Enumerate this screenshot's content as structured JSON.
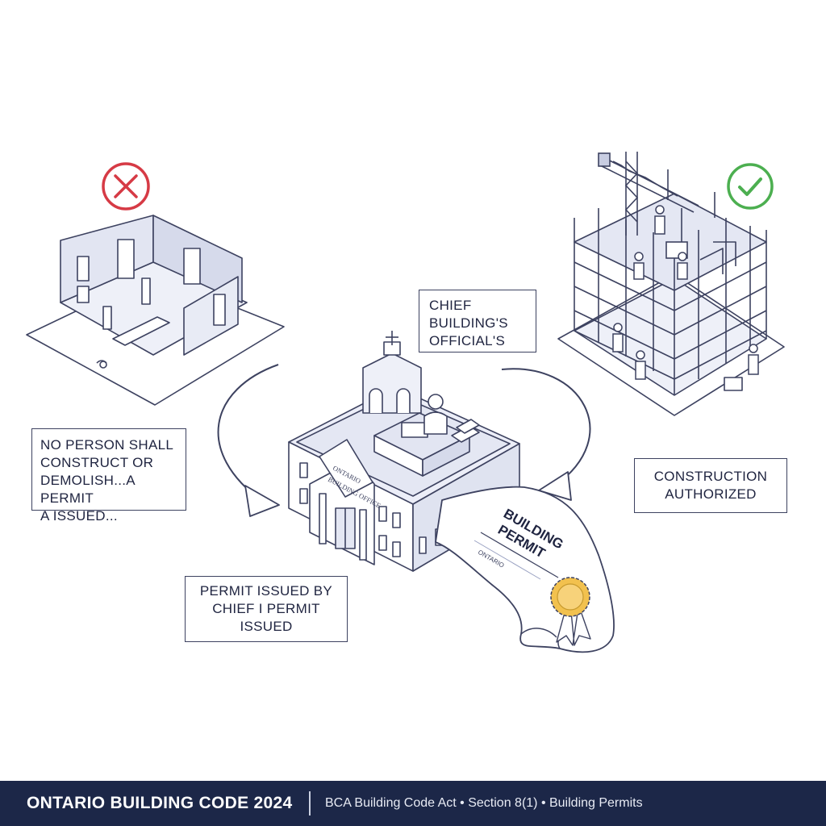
{
  "callouts": {
    "chief": "CHIEF\nBUILDING'S\nOFFICIAL'S",
    "no_person": "NO PERSON SHALL\nCONSTRUCT OR\nDEMOLISH...A PERMIT\nA ISSUED...",
    "construction": "CONSTRUCTION\nAUTHORIZED",
    "permit_issued": "PERMIT ISSUED BY\nCHIEF I PERMIT\nISSUED"
  },
  "permit": {
    "title": "BUILDING\nPERMIT",
    "title_line1": "BUILDING",
    "title_line2": "PERMIT",
    "province": "ONTARIO"
  },
  "office_sign": "ONTARIO\nBUILDING OFFICE",
  "office_sign_line1": "ONTARIO",
  "office_sign_line2": "BUILDING OFFICE",
  "footer": {
    "title": "ONTARIO BUILDING CODE 2024",
    "subtitle": "BCA Building Code Act • Section 8(1) • Building Permits"
  },
  "icons": {
    "rejected": "red-x-circle-icon",
    "approved": "green-check-circle-icon"
  },
  "colors": {
    "reject_red": "#d63a45",
    "approve_green": "#4caf50",
    "seal_gold": "#f2c14e",
    "line_navy": "#3d4260",
    "footer_navy": "#1c2748"
  }
}
